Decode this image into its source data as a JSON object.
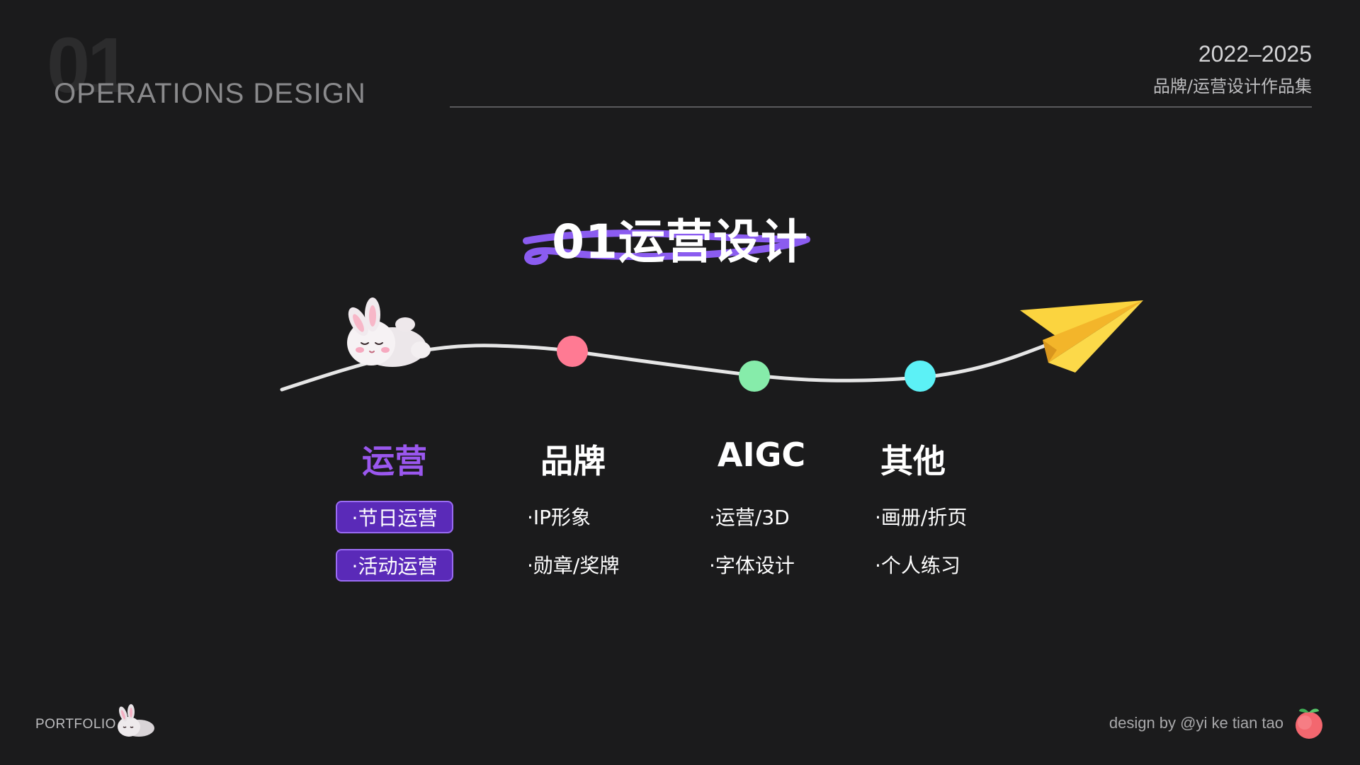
{
  "header": {
    "section_number": "01",
    "subtitle_en": "OPERATIONS DESIGN",
    "years": "2022–2025",
    "portfolio_name": "品牌/运营设计作品集"
  },
  "section_title": "01运营设计",
  "timeline": {
    "dot_colors": [
      "#ff7a93",
      "#86ecaa",
      "#5cf1f6"
    ],
    "line_color": "#e6e6e6",
    "accent_color": "#8b5cf0"
  },
  "categories": [
    {
      "label": "运营",
      "active": true,
      "items": [
        "·节日运营",
        "·活动运营"
      ]
    },
    {
      "label": "品牌",
      "active": false,
      "items": [
        "·IP形象",
        "·勋章/奖牌"
      ]
    },
    {
      "label": "AIGC",
      "active": false,
      "items": [
        "·运营/3D",
        "·字体设计"
      ]
    },
    {
      "label": "其他",
      "active": false,
      "items": [
        "·画册/折页",
        "·个人练习"
      ]
    }
  ],
  "footer": {
    "portfolio": "PORTFOLIO",
    "credit": "design by @yi ke tian tao"
  }
}
